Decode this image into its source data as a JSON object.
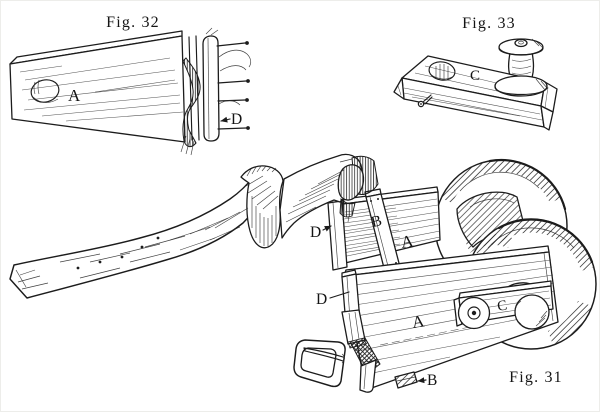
{
  "palette": {
    "ink": "#1c1c1c",
    "paper": "#ffffff"
  },
  "figures": {
    "fig31": {
      "caption": "Fig. 31",
      "labels": {
        "d_upper": "D",
        "b_upper": "B",
        "a_upper": "A",
        "d_lower": "D",
        "a_lower": "A",
        "c": "C",
        "b_lower": "B"
      }
    },
    "fig32": {
      "caption": "Fig. 32",
      "labels": {
        "a": "A",
        "d": "D"
      }
    },
    "fig33": {
      "caption": "Fig. 33",
      "labels": {
        "c": "C"
      }
    }
  }
}
